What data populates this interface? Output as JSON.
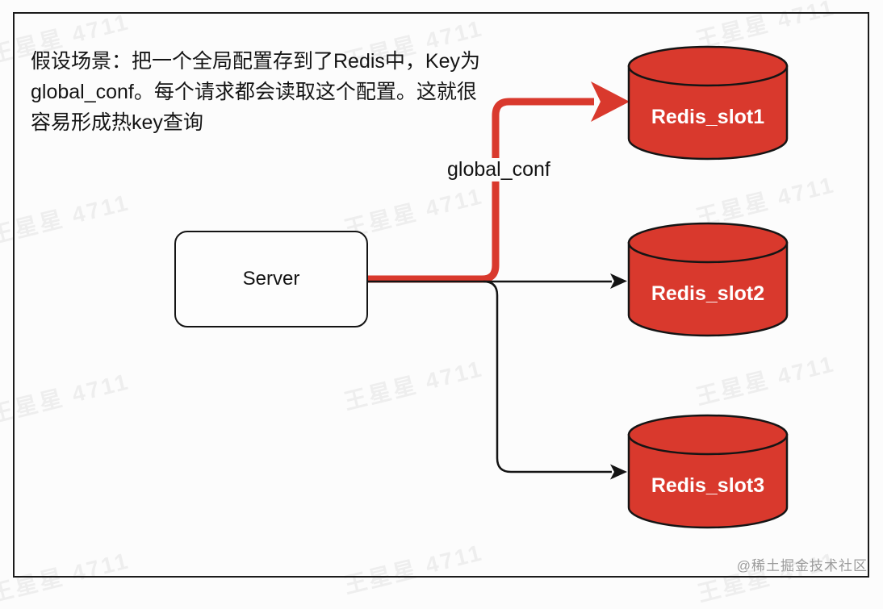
{
  "annotation": {
    "lines": [
      "假设场景：把一个全局配置存到了Redis中，Key为",
      "global_conf。每个请求都会读取这个配置。这就很",
      "容易形成热key查询"
    ]
  },
  "server": {
    "label": "Server"
  },
  "redis": {
    "fill_color": "#d9392d",
    "stroke_color": "#151515",
    "nodes": [
      {
        "label": "Redis_slot1"
      },
      {
        "label": "Redis_slot2"
      },
      {
        "label": "Redis_slot3"
      }
    ]
  },
  "edges": {
    "hot": {
      "label": "global_conf",
      "color": "#d9392d",
      "from": "Server",
      "to": "Redis_slot1"
    },
    "normal_color": "#141414",
    "normal": [
      {
        "from": "Server",
        "to": "Redis_slot2"
      },
      {
        "from": "Server",
        "to": "Redis_slot3"
      }
    ]
  },
  "watermark": {
    "text": "王星星 4711"
  },
  "credit": {
    "text": "@稀土掘金技术社区"
  }
}
